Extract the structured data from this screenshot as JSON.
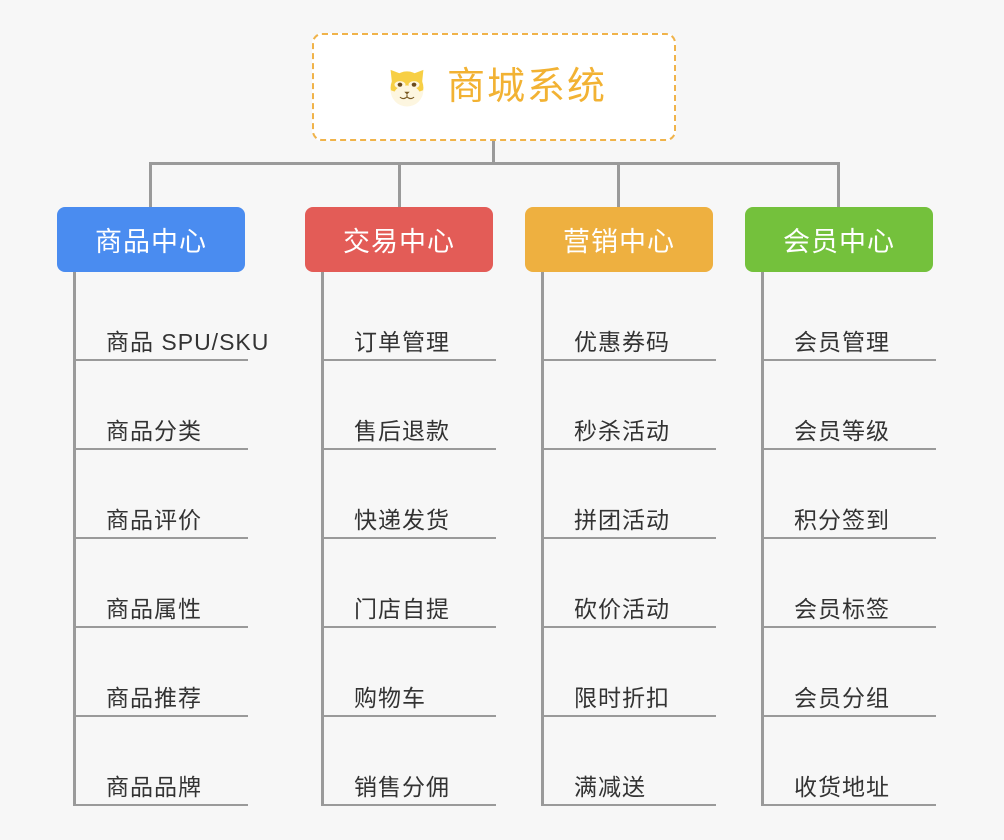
{
  "diagram": {
    "type": "mindmap-org-chart",
    "background_color": "#f7f7f7",
    "line_color": "#9a9a9a"
  },
  "root": {
    "title": "商城系统",
    "icon": "shiba-dog-face-emoji",
    "text_color": "#f2b233",
    "border_color": "#f0b34a",
    "background_color": "#ffffff"
  },
  "branches": [
    {
      "label": "商品中心",
      "color": "#4a8cf0",
      "items": [
        "商品 SPU/SKU",
        "商品分类",
        "商品评价",
        "商品属性",
        "商品推荐",
        "商品品牌"
      ]
    },
    {
      "label": "交易中心",
      "color": "#e35c57",
      "items": [
        "订单管理",
        "售后退款",
        "快递发货",
        "门店自提",
        "购物车",
        "销售分佣"
      ]
    },
    {
      "label": "营销中心",
      "color": "#eeb040",
      "items": [
        "优惠券码",
        "秒杀活动",
        "拼团活动",
        "砍价活动",
        "限时折扣",
        "满减送"
      ]
    },
    {
      "label": "会员中心",
      "color": "#74c13c",
      "items": [
        "会员管理",
        "会员等级",
        "积分签到",
        "会员标签",
        "会员分组",
        "收货地址"
      ]
    }
  ]
}
